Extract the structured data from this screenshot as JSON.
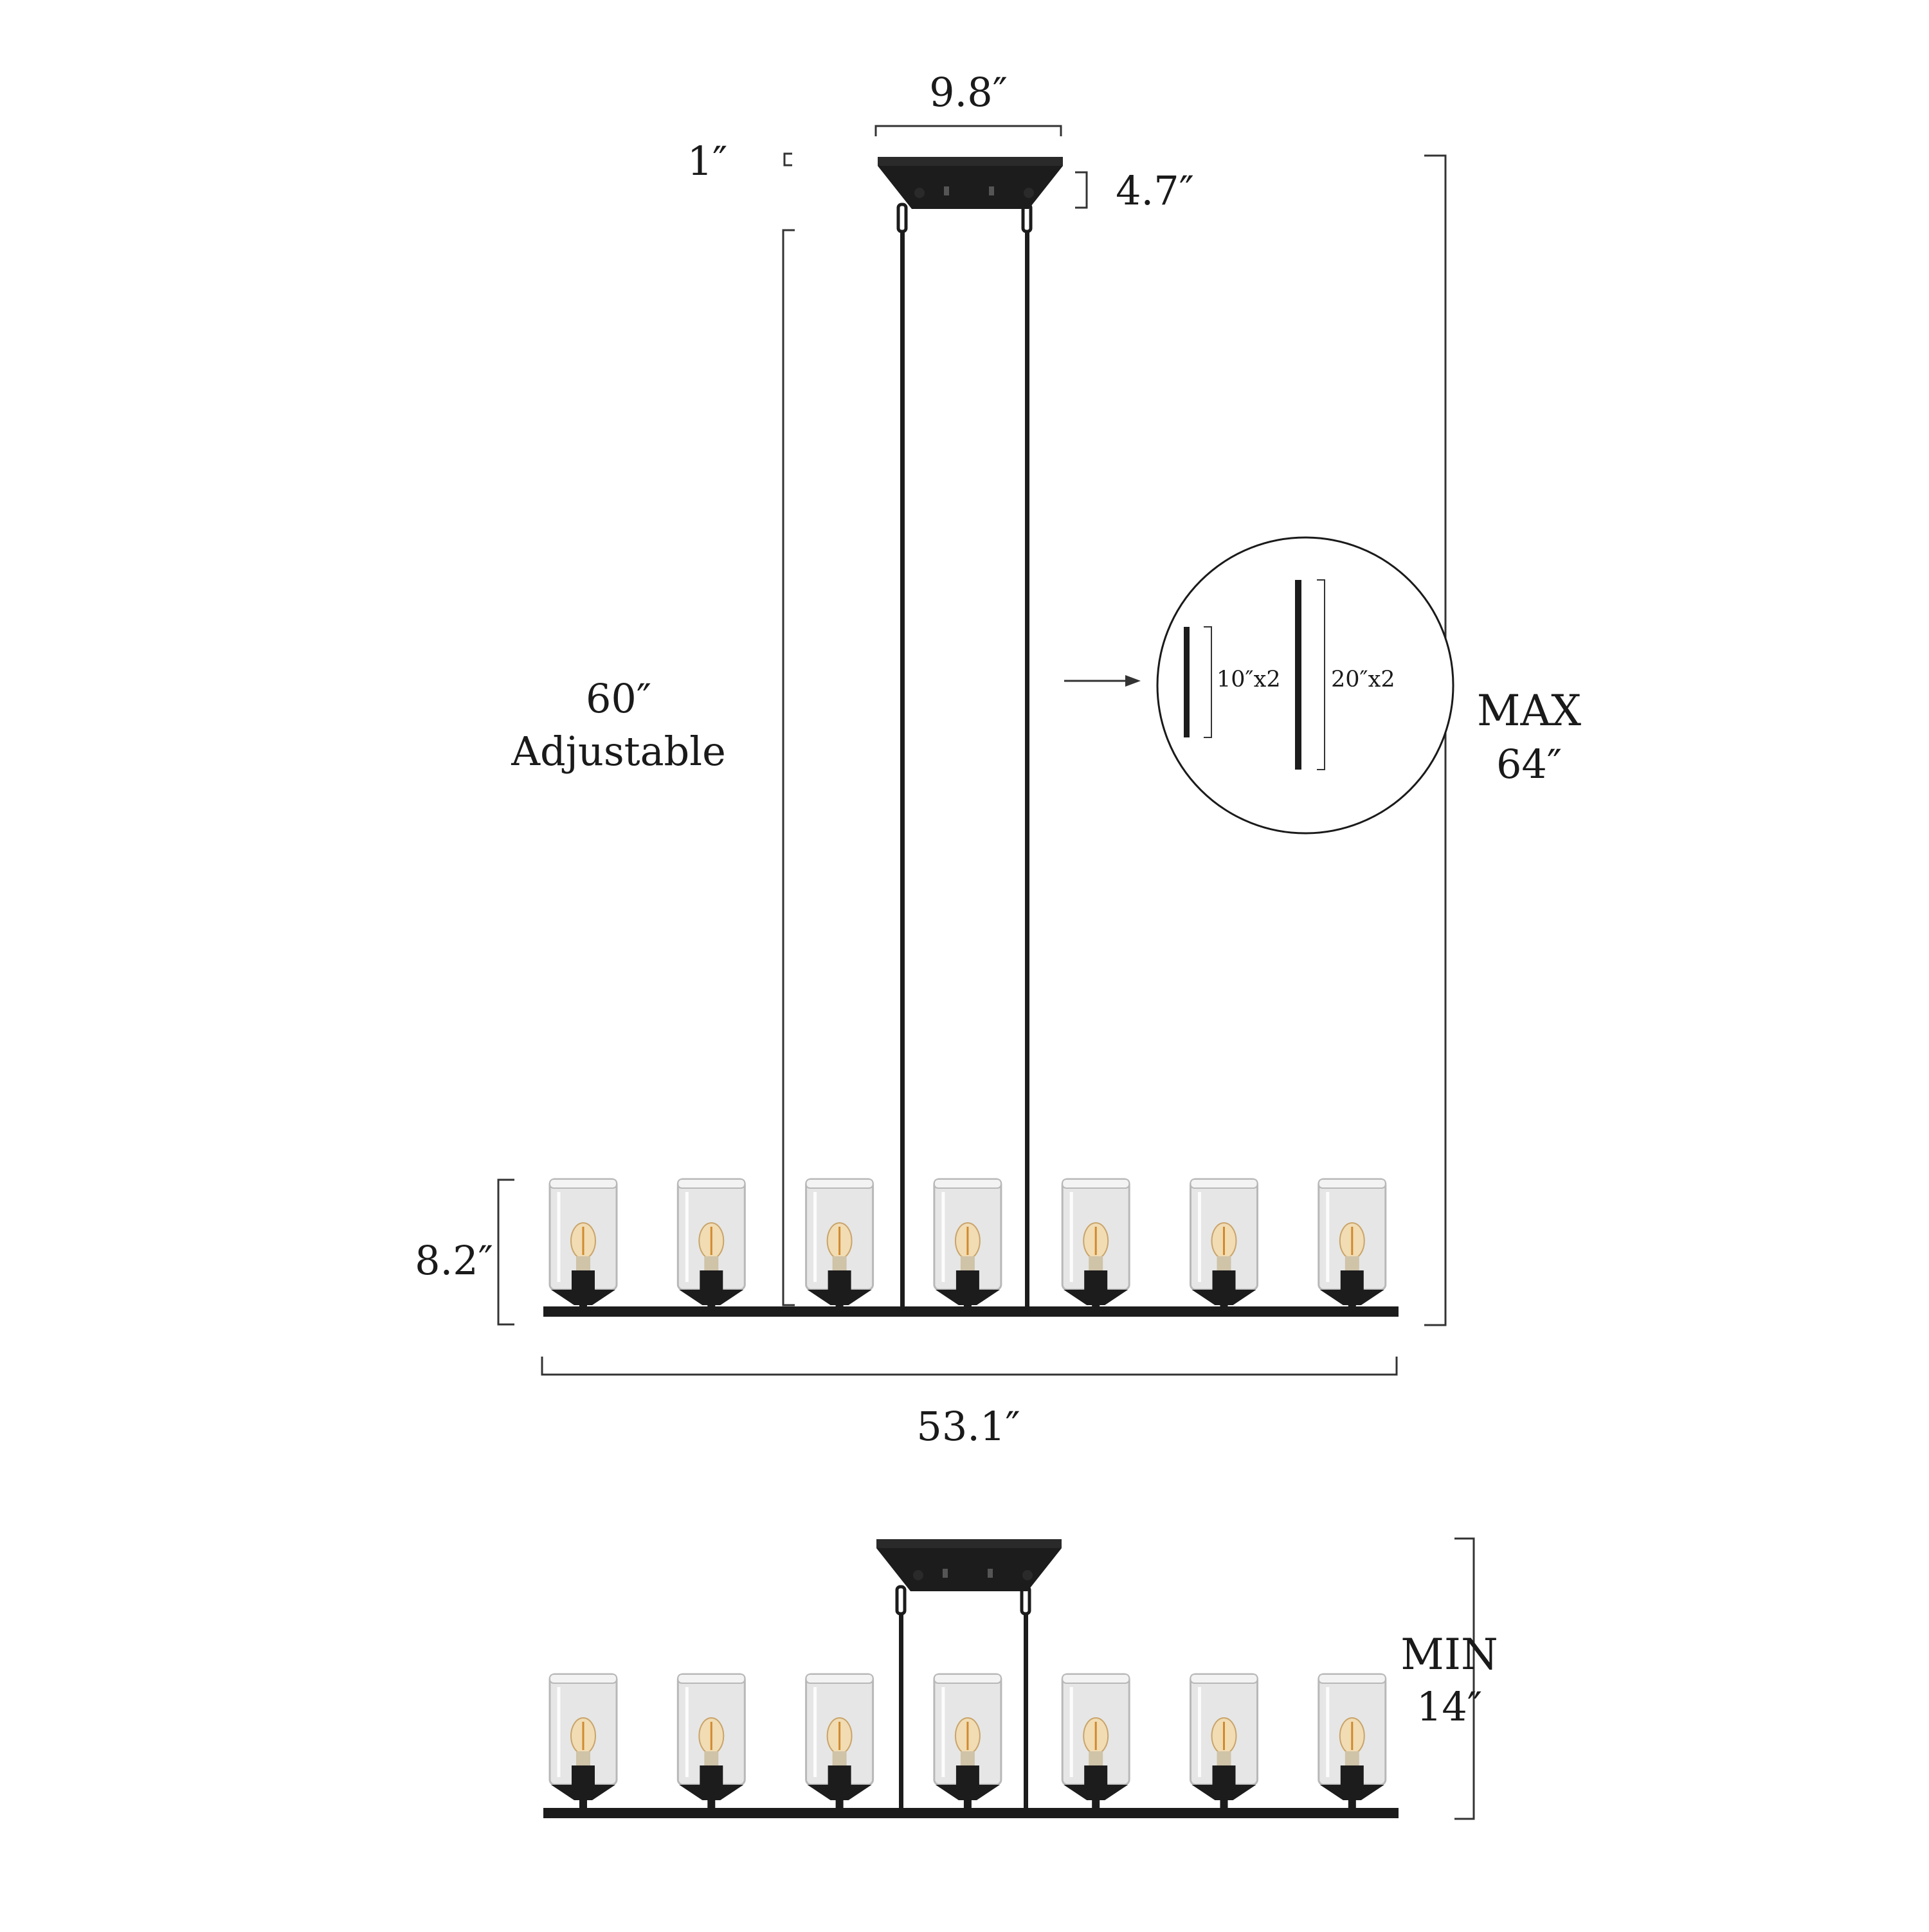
{
  "dimensions": {
    "canopy_width": "9.8″",
    "canopy_height_small": "1″",
    "canopy_height": "4.7″",
    "rod_length": "60″",
    "rod_note": "Adjustable",
    "max_label": "MAX",
    "max_value": "64″",
    "shade_height": "8.2″",
    "fixture_width": "53.1″",
    "min_label": "MIN",
    "min_value": "14″"
  },
  "inset": {
    "rod_short": "10″x2",
    "rod_long": "20″x2"
  },
  "fixture": {
    "lights_count_top": 7,
    "lights_count_bottom": 7
  },
  "colors": {
    "metal": "#1c1c1c",
    "glass": "#e6e6e6",
    "glass_edge": "#b8b8b8",
    "bulb": "#f1dcb4",
    "line": "#333333"
  }
}
